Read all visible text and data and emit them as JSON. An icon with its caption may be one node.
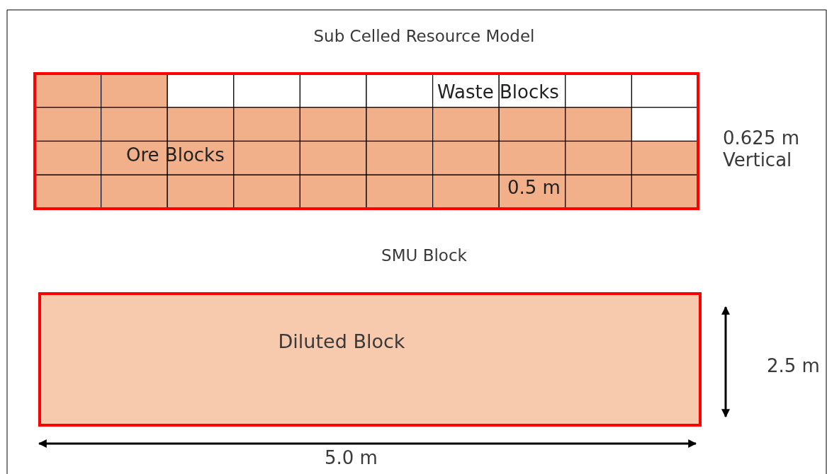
{
  "diagram": {
    "title": "Sub Celled Resource Model",
    "nodes": [
      {
        "text": [
          "Diluted Block"
        ]
      }
    ],
    "labels": [
      "Waste Blocks",
      "Ore Blocks",
      "0.5 m",
      "0.625 m Vertical",
      "SMU Block",
      "2.5 m",
      "5.0 m"
    ]
  }
}
